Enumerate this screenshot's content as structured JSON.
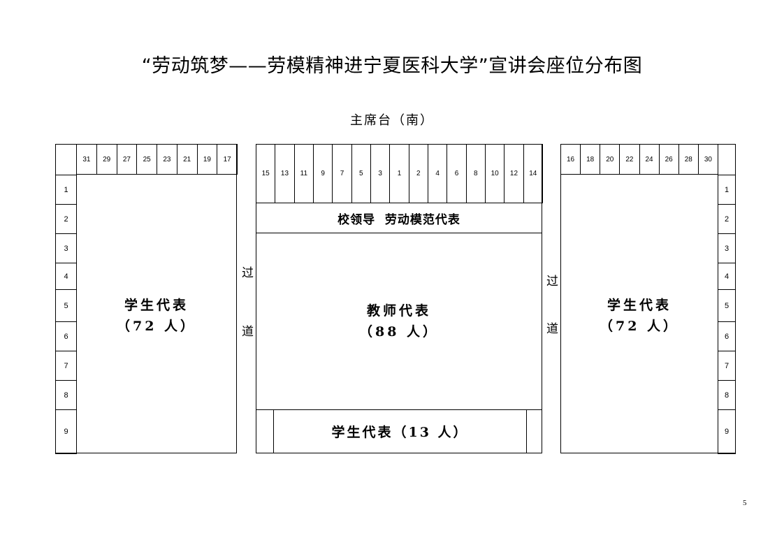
{
  "title": "“劳动筑梦——劳模精神进宁夏医科大学”宣讲会座位分布图",
  "stage": "主席台（南）",
  "left_block": {
    "seats": [
      "31",
      "29",
      "27",
      "25",
      "23",
      "21",
      "19",
      "17"
    ],
    "rows": [
      "1",
      "2",
      "3",
      "4",
      "5",
      "6",
      "7",
      "8",
      "9"
    ],
    "label": "学生代表",
    "count": "（72 人）"
  },
  "middle_block": {
    "seats": [
      "15",
      "13",
      "11",
      "9",
      "7",
      "5",
      "3",
      "1",
      "2",
      "4",
      "6",
      "8",
      "10",
      "12",
      "14"
    ],
    "leader_label": "校领导  劳动模范代表",
    "label": "教师代表",
    "count": "（88 人）",
    "bottom_label": "学生代表（13 人）"
  },
  "right_block": {
    "seats": [
      "16",
      "18",
      "20",
      "22",
      "24",
      "26",
      "28",
      "30"
    ],
    "rows": [
      "1",
      "2",
      "3",
      "4",
      "5",
      "6",
      "7",
      "8",
      "9"
    ],
    "label": "学生代表",
    "count": "（72 人）"
  },
  "aisles": {
    "left": {
      "top": "过",
      "bottom": "道"
    },
    "right": {
      "top": "过",
      "bottom": "道"
    }
  },
  "page_number": "5"
}
